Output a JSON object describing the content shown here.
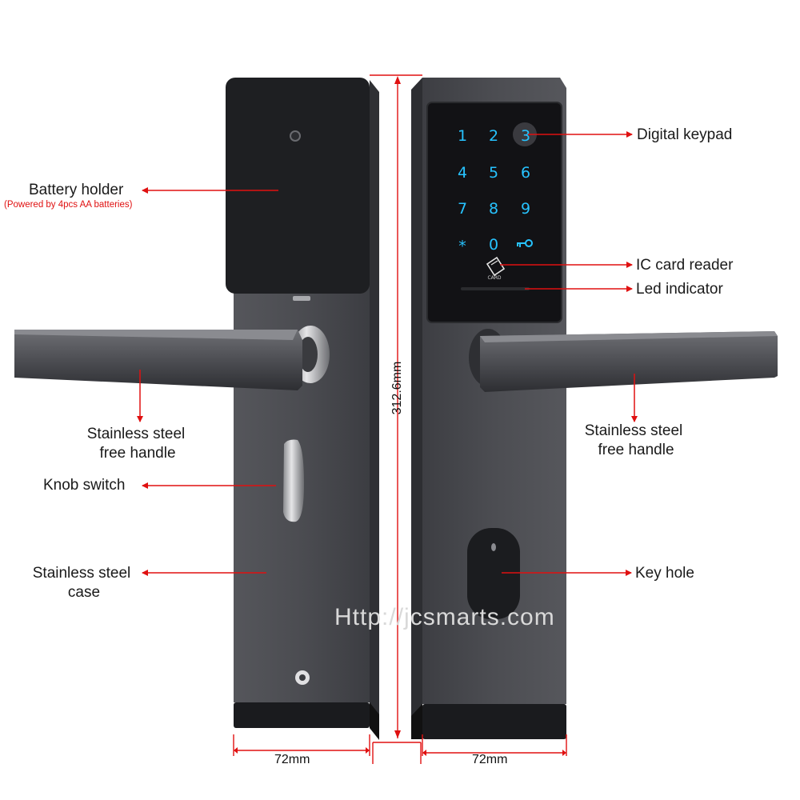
{
  "labels": {
    "battery_holder": "Battery holder",
    "battery_note": "(Powered by 4pcs AA batteries)",
    "handle_left": [
      "Stainless steel",
      "free handle"
    ],
    "knob_switch": "Knob switch",
    "case": [
      "Stainless steel",
      "case"
    ],
    "digital_keypad": "Digital keypad",
    "ic_card_reader": "IC card reader",
    "led_indicator": "Led indicator",
    "handle_right": [
      "Stainless steel",
      "free handle"
    ],
    "key_hole": "Key hole"
  },
  "dimensions": {
    "height": "312.6mm",
    "width_left": "72mm",
    "width_right": "72mm"
  },
  "keypad": {
    "keys": [
      "1",
      "2",
      "3",
      "4",
      "5",
      "6",
      "7",
      "8",
      "9",
      "*",
      "0",
      "key"
    ],
    "card_text": "CARD",
    "color": "#27c3ff"
  },
  "watermark": "Http://jcsmarts.com",
  "colors": {
    "arrow": "#e01010",
    "body": "#4a4b50",
    "panel": "#141416"
  }
}
